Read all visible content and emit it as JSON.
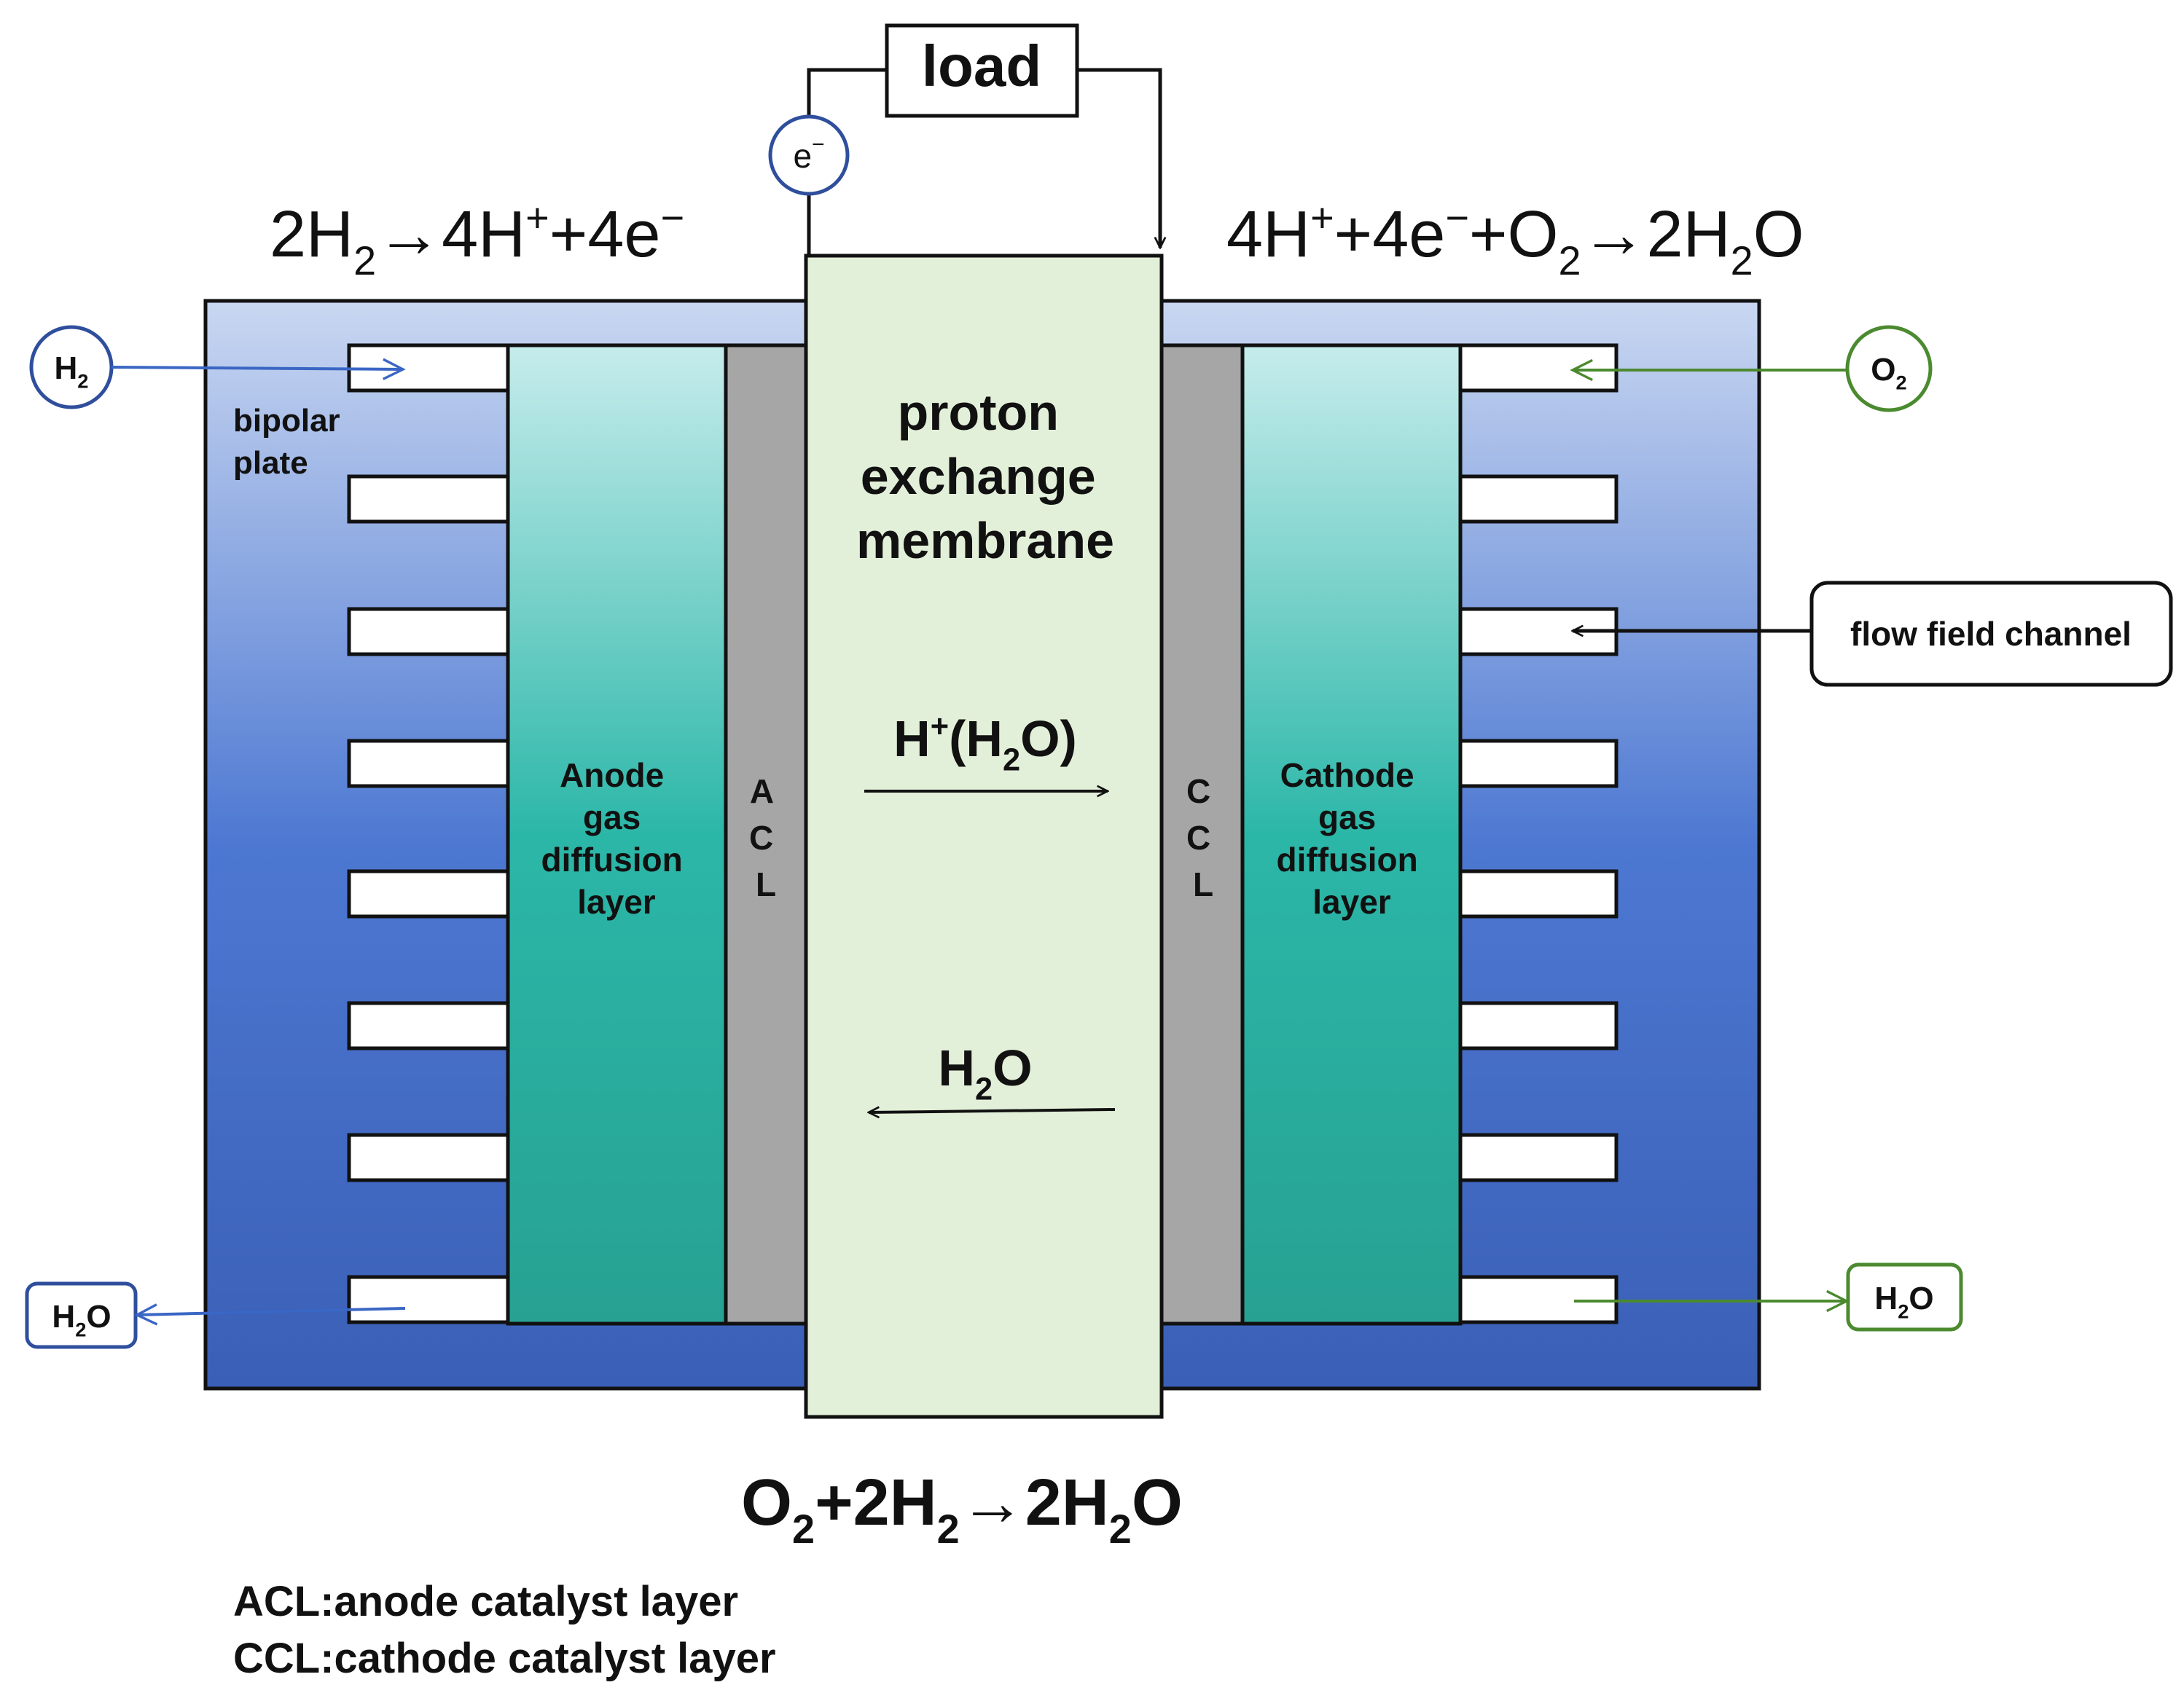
{
  "load": {
    "label": "load"
  },
  "electron": {
    "label": "e",
    "superscript": "−"
  },
  "reactions": {
    "anode": [
      {
        "t": "2H"
      },
      {
        "t": "2",
        "sub": true
      },
      {
        "t": "→4H"
      },
      {
        "t": "+",
        "sup": true
      },
      {
        "t": "+4e"
      },
      {
        "t": "−",
        "sup": true
      }
    ],
    "cathode": [
      {
        "t": "4H"
      },
      {
        "t": "+",
        "sup": true
      },
      {
        "t": "+4e"
      },
      {
        "t": "−",
        "sup": true
      },
      {
        "t": "+O"
      },
      {
        "t": "2",
        "sub": true
      },
      {
        "t": "→2H"
      },
      {
        "t": "2",
        "sub": true
      },
      {
        "t": "O"
      }
    ],
    "overall": [
      {
        "t": "O"
      },
      {
        "t": "2",
        "sub": true
      },
      {
        "t": "+2H"
      },
      {
        "t": "2",
        "sub": true
      },
      {
        "t": "→2H"
      },
      {
        "t": "2",
        "sub": true
      },
      {
        "t": "O"
      }
    ]
  },
  "inputs": {
    "h2": [
      {
        "t": "H"
      },
      {
        "t": "2",
        "sub": true
      }
    ],
    "o2": [
      {
        "t": "O"
      },
      {
        "t": "2",
        "sub": true
      }
    ]
  },
  "outputs": {
    "anode_water": [
      {
        "t": "H"
      },
      {
        "t": "2",
        "sub": true
      },
      {
        "t": "O"
      }
    ],
    "cathode_water": [
      {
        "t": "H"
      },
      {
        "t": "2",
        "sub": true
      },
      {
        "t": "O"
      }
    ]
  },
  "labels": {
    "bipolar_plate": [
      "bipolar",
      "plate"
    ],
    "membrane": [
      "proton",
      "exchange",
      "membrane"
    ],
    "anode_gdl": [
      "Anode",
      "gas",
      "diffusion",
      "layer"
    ],
    "cathode_gdl": [
      "Cathode",
      "gas",
      "diffusion",
      "layer"
    ],
    "acl": [
      "A",
      "C",
      "L"
    ],
    "ccl": [
      "C",
      "C",
      "L"
    ],
    "flow_field_channel": "flow field channel"
  },
  "transport": {
    "proton": [
      {
        "t": "H"
      },
      {
        "t": "+",
        "sup": true
      },
      {
        "t": "(H"
      },
      {
        "t": "2",
        "sub": true
      },
      {
        "t": "O)"
      }
    ],
    "water": [
      {
        "t": "H"
      },
      {
        "t": "2",
        "sub": true
      },
      {
        "t": "O"
      }
    ]
  },
  "legend": {
    "acl": "ACL:anode catalyst layer",
    "ccl": "CCL:cathode catalyst layer"
  },
  "colors": {
    "plate_top": "#c9d7f1",
    "plate_bottom": "#3a5fb6",
    "gdl_top": "#c6ecec",
    "gdl_mid": "#2bb7a8",
    "gdl_bottom": "#27a192",
    "catalyst": "#a6a6a6",
    "membrane": "#e3f0d9",
    "anode_accent": "#2f4f9d",
    "cathode_accent": "#4b8a2f"
  }
}
